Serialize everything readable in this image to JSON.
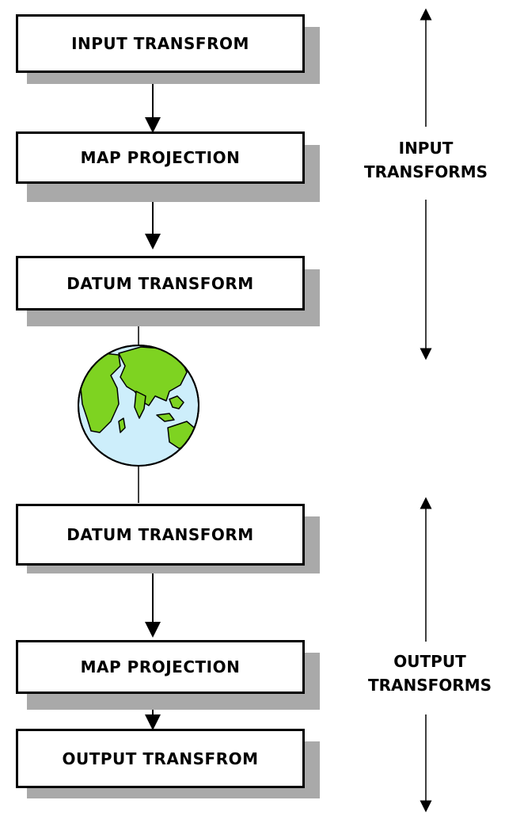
{
  "input_stack": {
    "box1": "INPUT TRANSFROM",
    "box2": "MAP PROJECTION",
    "box3": "DATUM TRANSFORM"
  },
  "output_stack": {
    "box1": "DATUM TRANSFORM",
    "box2": "MAP PROJECTION",
    "box3": "OUTPUT TRANSFROM"
  },
  "side_labels": {
    "input_line1": "INPUT",
    "input_line2": "TRANSFORMS",
    "output_line1": "OUTPUT",
    "output_line2": "TRANSFORMS"
  },
  "colors": {
    "box_border": "#000000",
    "shadow": "#a9a9a9",
    "land": "#7ed321",
    "ocean": "#cdeefb"
  },
  "icons": {
    "globe": "globe-icon"
  }
}
